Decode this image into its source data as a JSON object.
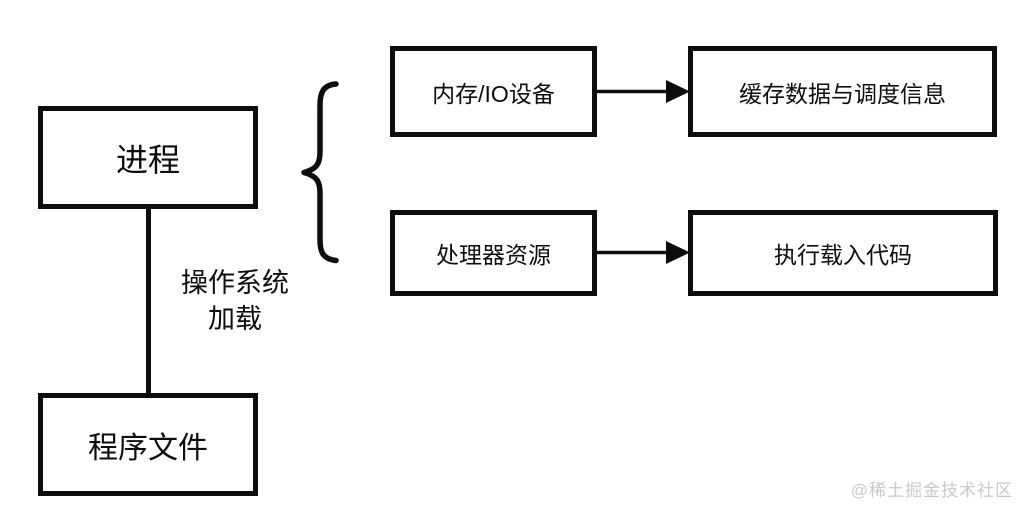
{
  "nodes": {
    "process": "进程",
    "program_file": "程序文件",
    "memory_io": "内存/IO设备",
    "cache_info": "缓存数据与调度信息",
    "cpu_resource": "处理器资源",
    "exec_code": "执行载入代码"
  },
  "edge_label": {
    "line1": "操作系统",
    "line2": "加载"
  },
  "watermark": "@稀土掘金技术社区",
  "colors": {
    "stroke": "#0d0d0d",
    "background": "#ffffff",
    "watermark": "#c9c9c9"
  }
}
